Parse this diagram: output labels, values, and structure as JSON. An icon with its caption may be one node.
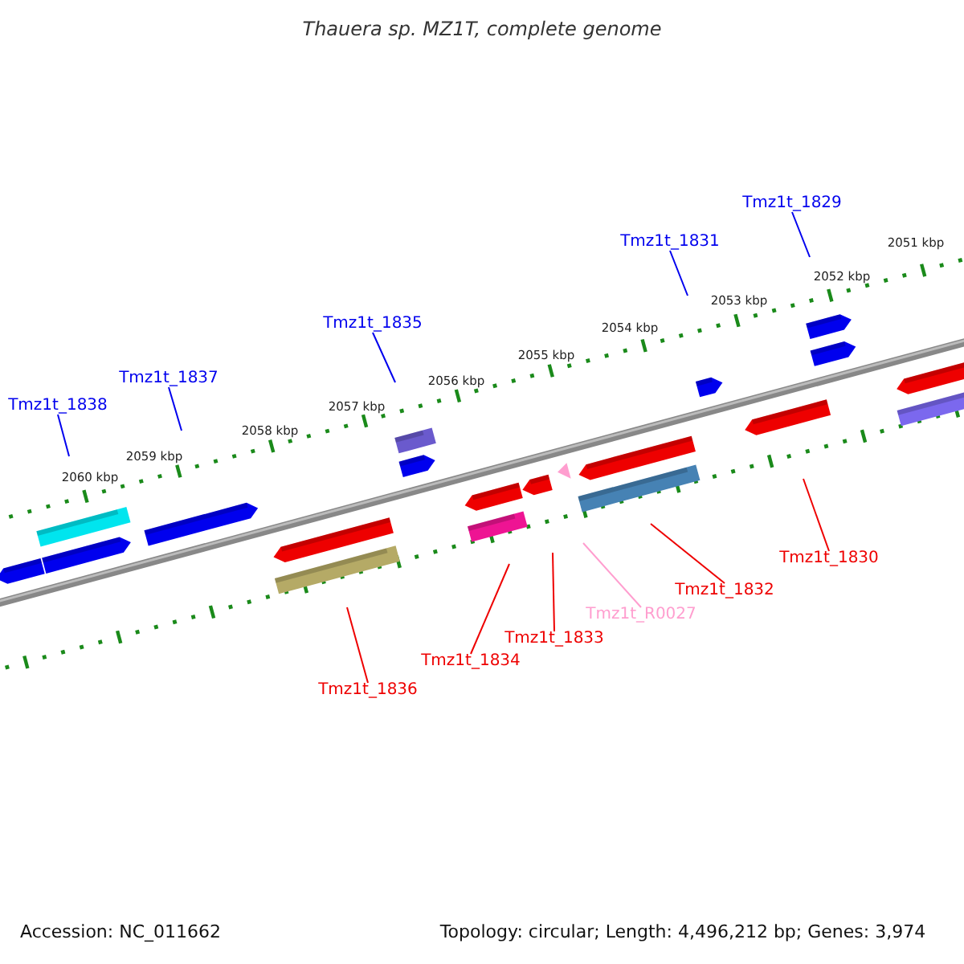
{
  "diagram": {
    "title": "Thauera sp. MZ1T, complete genome",
    "nodes": [
      {
        "text": [
          "Tmz1t_1829"
        ]
      },
      {
        "text": [
          "Tmz1t_1831"
        ]
      },
      {
        "text": [
          "Tmz1t_1835"
        ]
      },
      {
        "text": [
          "Tmz1t_1837"
        ]
      },
      {
        "text": [
          "Tmz1t_1838"
        ]
      },
      {
        "text": [
          "Tmz1t_1830"
        ]
      },
      {
        "text": [
          "Tmz1t_1832"
        ]
      },
      {
        "text": [
          "Tmz1t_R0027"
        ]
      },
      {
        "text": [
          "Tmz1t_1833"
        ]
      },
      {
        "text": [
          "Tmz1t_1834"
        ]
      },
      {
        "text": [
          "Tmz1t_1836"
        ]
      }
    ],
    "edges": [
      {
        "from": 0,
        "to": null,
        "arrow": "none",
        "color": "#0000ee"
      },
      {
        "from": 1,
        "to": null,
        "arrow": "none",
        "color": "#0000ee"
      },
      {
        "from": 2,
        "to": null,
        "arrow": "none",
        "color": "#0000ee"
      },
      {
        "from": 3,
        "to": null,
        "arrow": "none",
        "color": "#0000ee"
      },
      {
        "from": 4,
        "to": null,
        "arrow": "none",
        "color": "#0000ee"
      },
      {
        "from": 5,
        "to": null,
        "arrow": "none",
        "color": "#ee0000"
      },
      {
        "from": 6,
        "to": null,
        "arrow": "none",
        "color": "#ee0000"
      },
      {
        "from": 7,
        "to": null,
        "arrow": "none",
        "color": "#ff9ecf"
      },
      {
        "from": 8,
        "to": null,
        "arrow": "none",
        "color": "#ee0000"
      },
      {
        "from": 9,
        "to": null,
        "arrow": "none",
        "color": "#ee0000"
      },
      {
        "from": 10,
        "to": null,
        "arrow": "none",
        "color": "#ee0000"
      }
    ],
    "labels": [
      "2051 kbp",
      "2052 kbp",
      "2053 kbp",
      "2054 kbp",
      "2055 kbp",
      "2056 kbp",
      "2057 kbp",
      "2058 kbp",
      "2059 kbp",
      "2060 kbp",
      "Accession: NC_011662",
      "Topology: circular; Length: 4,496,212 bp; Genes: 3,974"
    ]
  }
}
